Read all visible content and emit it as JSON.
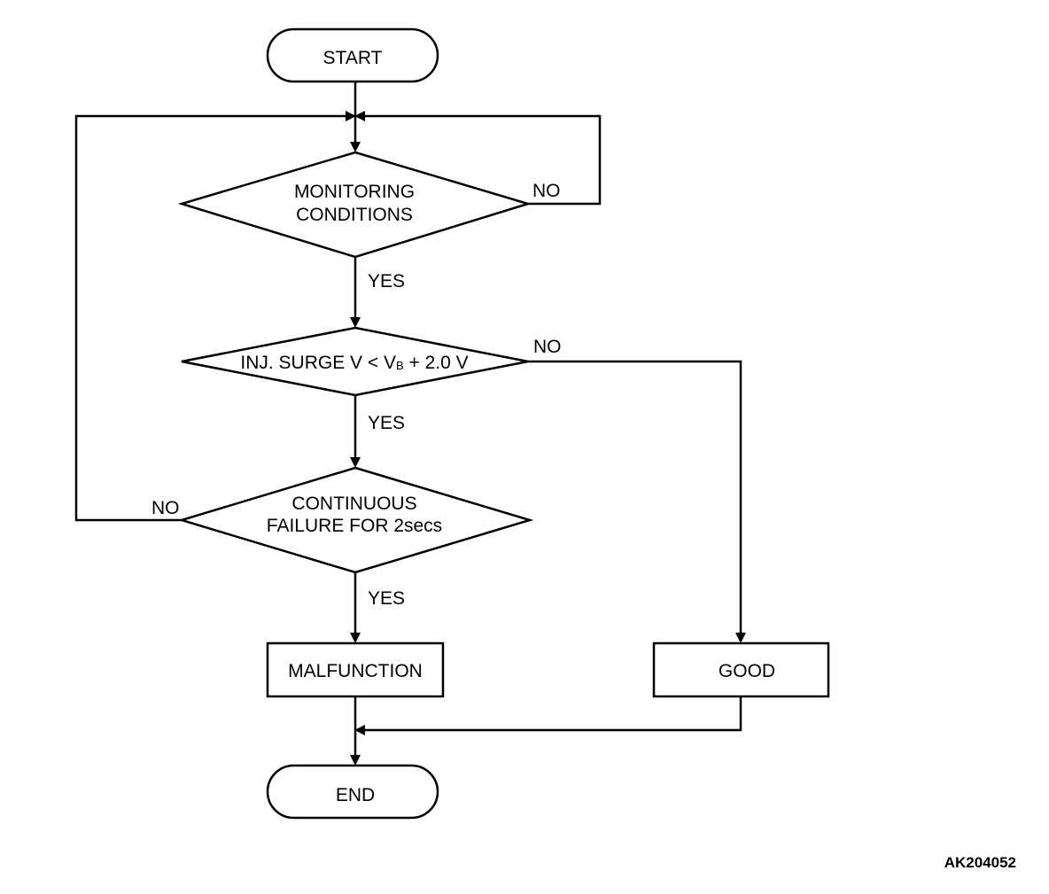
{
  "diagram": {
    "start_label": "START",
    "end_label": "END",
    "decision_monitoring": [
      "MONITORING",
      "CONDITIONS"
    ],
    "decision_surge": {
      "prefix": "INJ. SURGE V < V",
      "subscript": "B",
      "suffix": " + 2.0 V"
    },
    "decision_continuous": [
      "CONTINUOUS",
      "FAILURE FOR 2secs"
    ],
    "malfunction_label": "MALFUNCTION",
    "good_label": "GOOD",
    "branch_labels": {
      "monitoring_yes": "YES",
      "monitoring_no": "NO",
      "surge_yes": "YES",
      "surge_no": "NO",
      "continuous_yes": "YES",
      "continuous_no": "NO"
    },
    "figure_code": "AK204052"
  }
}
